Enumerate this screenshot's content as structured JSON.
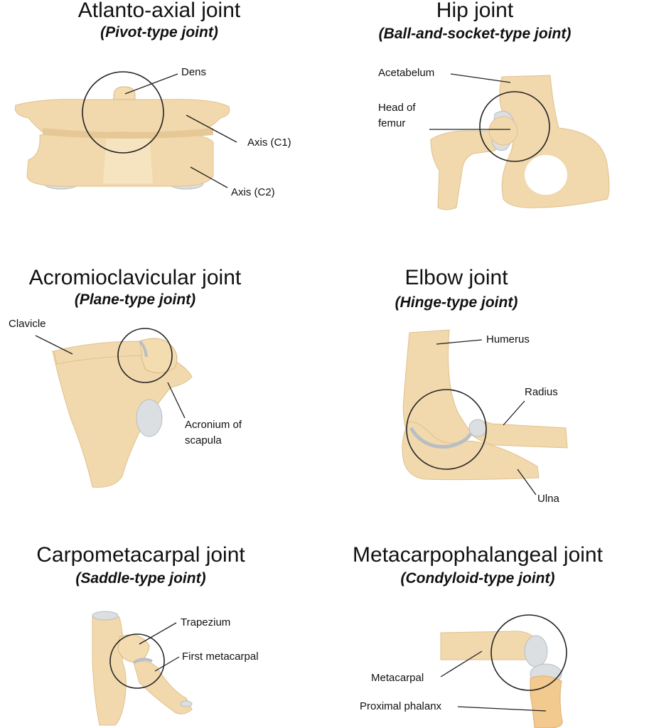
{
  "colors": {
    "bone": "#f1d9ad",
    "bone_shade": "#e6c896",
    "bone_light": "#f8e8c8",
    "cartilage": "#dcdfe1",
    "cartilage_shade": "#b8bec3",
    "line": "#222222",
    "phalanx": "#f2c98f"
  },
  "panels": {
    "atlanto": {
      "title": "Atlanto-axial joint",
      "subtitle": "(Pivot-type joint)",
      "labels": {
        "dens": "Dens",
        "axis_c1": "Axis (C1)",
        "axis_c2": "Axis (C2)"
      }
    },
    "hip": {
      "title": "Hip joint",
      "subtitle": "(Ball-and-socket-type joint)",
      "labels": {
        "acetabulum": "Acetabelum",
        "head_line1": "Head of",
        "head_line2": "femur"
      }
    },
    "acromio": {
      "title": "Acromioclavicular joint",
      "subtitle": "(Plane-type joint)",
      "labels": {
        "clavicle": "Clavicle",
        "acronium_line1": "Acronium of",
        "acronium_line2": "scapula"
      }
    },
    "elbow": {
      "title": "Elbow joint",
      "subtitle": "(Hinge-type joint)",
      "labels": {
        "humerus": "Humerus",
        "radius": "Radius",
        "ulna": "Ulna"
      }
    },
    "carpo": {
      "title": "Carpometacarpal joint",
      "subtitle": "(Saddle-type joint)",
      "labels": {
        "trapezium": "Trapezium",
        "first_metacarpal": "First metacarpal"
      }
    },
    "metacarpo": {
      "title": "Metacarpophalangeal joint",
      "subtitle": "(Condyloid-type joint)",
      "labels": {
        "metacarpal": "Metacarpal",
        "proximal_phalanx": "Proximal phalanx"
      }
    }
  }
}
